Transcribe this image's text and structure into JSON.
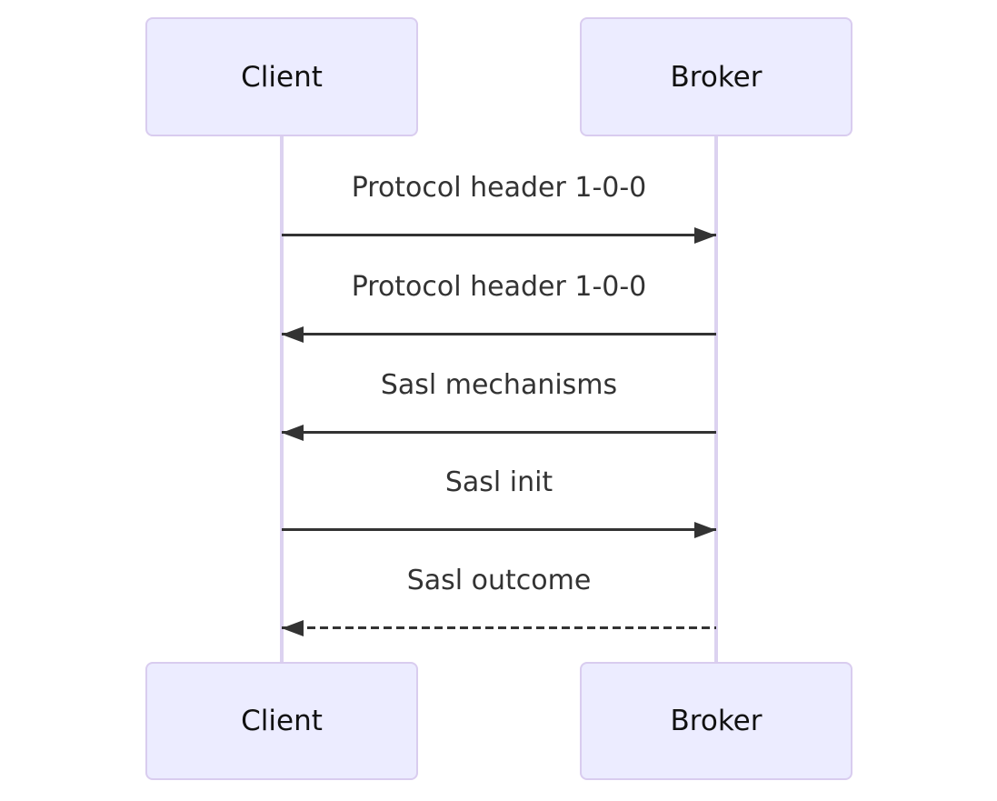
{
  "diagram": {
    "type": "sequence"
  },
  "actors": [
    {
      "id": "client",
      "label": "Client"
    },
    {
      "id": "broker",
      "label": "Broker"
    }
  ],
  "messages": [
    {
      "label": "Protocol header 1-0-0",
      "from": "Client",
      "to": "Broker",
      "direction": "right",
      "line": "solid"
    },
    {
      "label": "Protocol header 1-0-0",
      "from": "Broker",
      "to": "Client",
      "direction": "left",
      "line": "solid"
    },
    {
      "label": "Sasl mechanisms",
      "from": "Broker",
      "to": "Client",
      "direction": "left",
      "line": "solid"
    },
    {
      "label": "Sasl init",
      "from": "Client",
      "to": "Broker",
      "direction": "right",
      "line": "solid"
    },
    {
      "label": "Sasl outcome",
      "from": "Broker",
      "to": "Client",
      "direction": "left",
      "line": "dashed"
    }
  ],
  "colors": {
    "background": "#ffffff",
    "actor_fill": "#ECECFF",
    "actor_border": "#D9CCEF",
    "actor_text": "#111111",
    "lifeline": "#DCD2F0",
    "message": "#333333"
  }
}
